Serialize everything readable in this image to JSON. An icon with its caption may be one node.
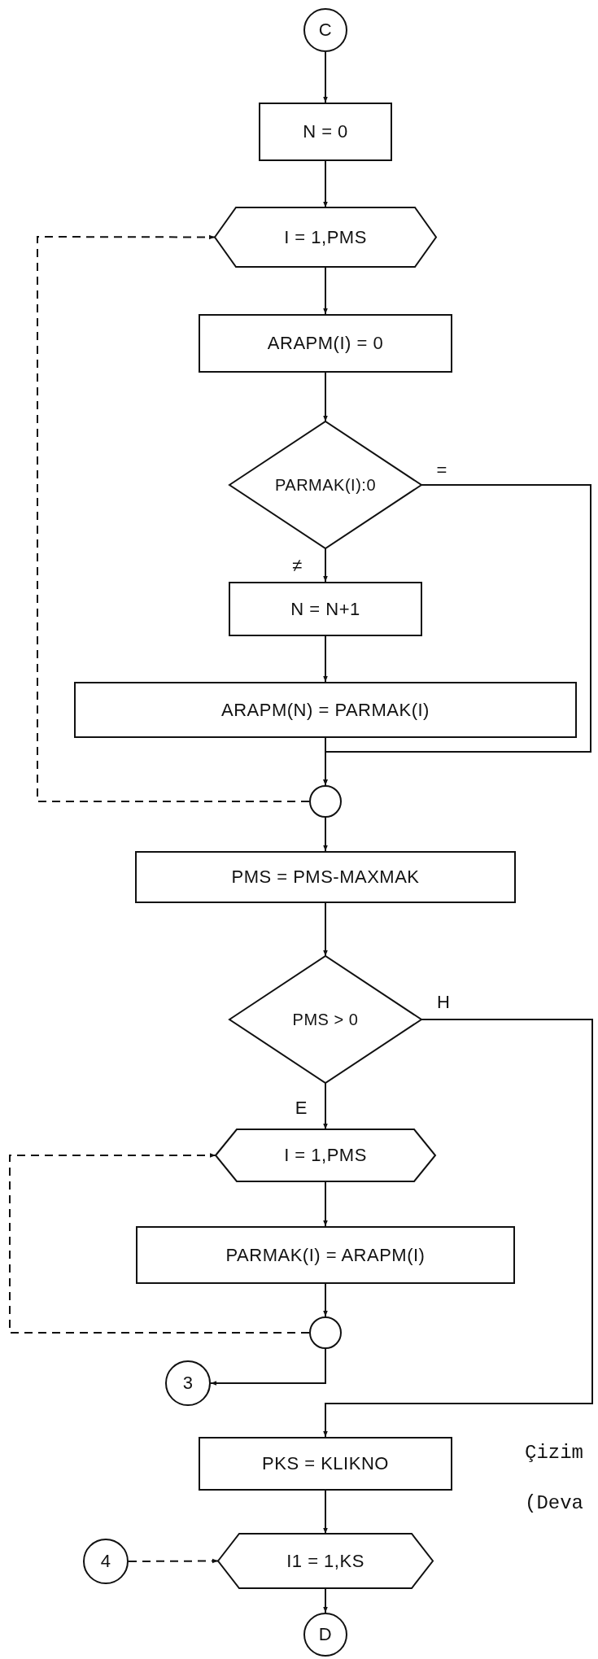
{
  "diagram": {
    "nodes": [
      {
        "text": [
          "C"
        ]
      },
      {
        "text": [
          "N = 0"
        ]
      },
      {
        "text": [
          "I = 1,PMS"
        ]
      },
      {
        "text": [
          "ARAPM(I) = 0"
        ]
      },
      {
        "text": [
          "PARMAK(I):0"
        ]
      },
      {
        "text": [
          "N = N+1"
        ]
      },
      {
        "text": [
          "ARAPM(N) = PARMAK(I)"
        ]
      },
      {
        "text": [],
        "shape": "circle"
      },
      {
        "text": [
          "PMS = PMS-MAXMAK"
        ]
      },
      {
        "text": [
          "PMS > 0"
        ]
      },
      {
        "text": [
          "I = 1,PMS"
        ]
      },
      {
        "text": [
          "PARMAK(I) = ARAPM(I)"
        ]
      },
      {
        "text": [],
        "shape": "circle"
      },
      {
        "text": [
          "3"
        ]
      },
      {
        "text": [
          "PKS = KLIKNO"
        ]
      },
      {
        "text": [
          "4"
        ]
      },
      {
        "text": [
          "I1 = 1,KS"
        ]
      },
      {
        "text": [
          "D"
        ]
      }
    ],
    "edges": [
      {
        "from": 0,
        "to": 1,
        "arrow": "to"
      },
      {
        "from": 1,
        "to": 2,
        "arrow": "to"
      },
      {
        "from": 2,
        "to": 3,
        "arrow": "to"
      },
      {
        "from": 3,
        "to": 4,
        "arrow": "to"
      },
      {
        "from": 4,
        "to": 5,
        "arrow": "to",
        "label": "≠"
      },
      {
        "from": 5,
        "to": 6,
        "arrow": "to"
      },
      {
        "from": 6,
        "to": 7,
        "arrow": "to"
      },
      {
        "from": 4,
        "to": 7,
        "arrow": "to",
        "label": "="
      },
      {
        "from": 7,
        "to": 2,
        "arrow": "to",
        "style": "dashed"
      },
      {
        "from": 7,
        "to": 8,
        "arrow": "to"
      },
      {
        "from": 8,
        "to": 9,
        "arrow": "to"
      },
      {
        "from": 9,
        "to": 10,
        "arrow": "to",
        "label": "E"
      },
      {
        "from": 10,
        "to": 11,
        "arrow": "to"
      },
      {
        "from": 11,
        "to": 12,
        "arrow": "to"
      },
      {
        "from": 12,
        "to": 10,
        "arrow": "to",
        "style": "dashed"
      },
      {
        "from": 12,
        "to": 13,
        "arrow": "to"
      },
      {
        "from": 9,
        "to": 14,
        "arrow": "to",
        "label": "H"
      },
      {
        "from": 14,
        "to": 16,
        "arrow": "to"
      },
      {
        "from": 15,
        "to": 16,
        "arrow": "to",
        "style": "dashed"
      },
      {
        "from": 16,
        "to": 17,
        "arrow": "to"
      }
    ],
    "labels": [
      "Çizim",
      "(Deva"
    ]
  }
}
